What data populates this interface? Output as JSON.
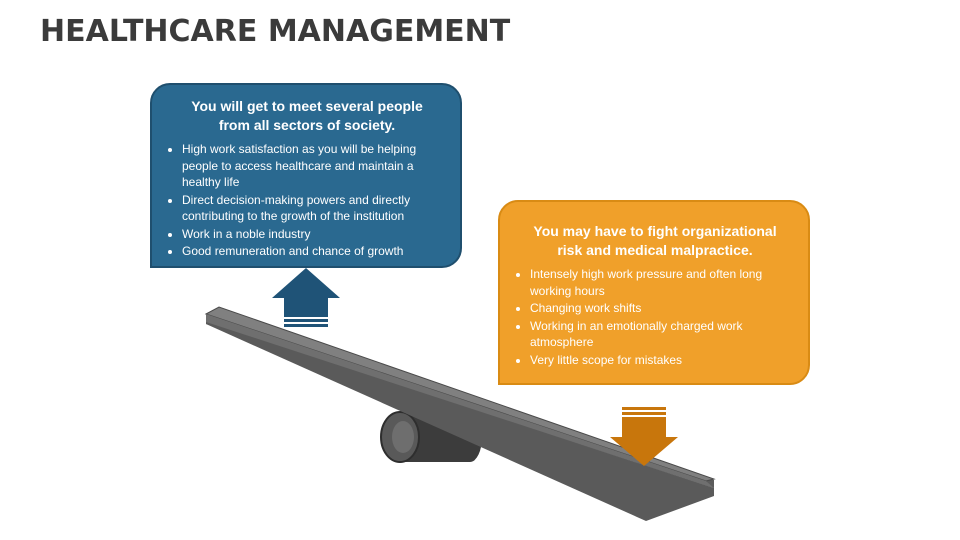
{
  "slide": {
    "title": "HEALTHCARE MANAGEMENT"
  },
  "pros": {
    "heading": "You will get to meet several people from all sectors of society.",
    "items": [
      "High work satisfaction as you will be helping people to access healthcare and maintain a healthy life",
      "Direct decision-making powers and directly contributing to the growth of the institution",
      "Work in a noble industry",
      "Good remuneration and chance of growth"
    ]
  },
  "cons": {
    "heading": "You may have to fight organizational risk and medical malpractice.",
    "items": [
      "Intensely high work pressure and often long working hours",
      "Changing work shifts",
      "Working in an emotionally charged work atmosphere",
      "Very little scope for mistakes"
    ]
  },
  "colors": {
    "pros_box": "#2a6990",
    "cons_box": "#f0a02a",
    "up_arrow": "#1f5377",
    "down_arrow": "#c8760c",
    "beam": "#808080",
    "title": "#3b3b3b"
  },
  "icons": {
    "up": "arrow-up-icon",
    "down": "arrow-down-icon"
  }
}
